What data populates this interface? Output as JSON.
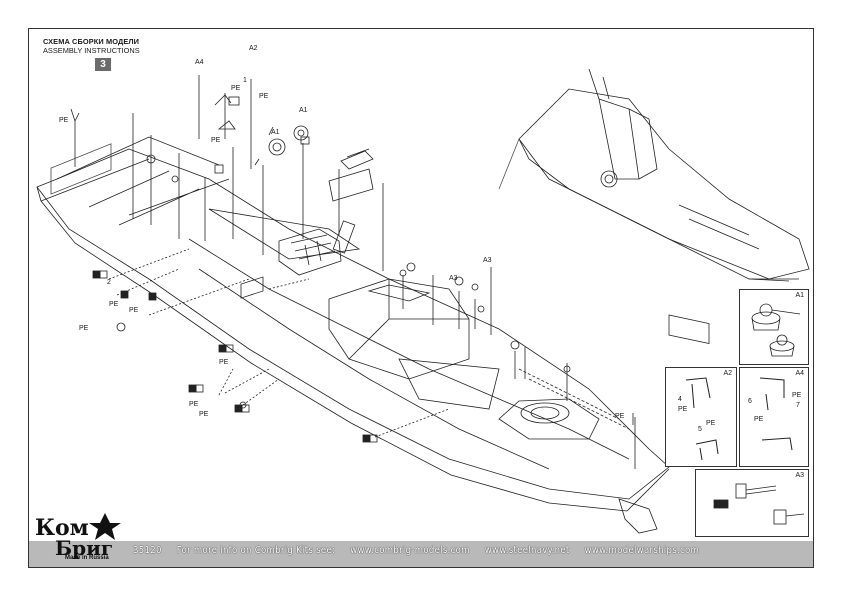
{
  "header": {
    "title_ru": "СХЕМА СБОРКИ МОДЕЛИ",
    "title_en": "ASSEMBLY INSTRUCTIONS",
    "step": "3"
  },
  "labels": {
    "pe": "PE",
    "a1": "A1",
    "a2": "A2",
    "a3": "A3",
    "a4": "A4",
    "n1": "1",
    "n2": "2",
    "n4": "4",
    "n5": "5",
    "n6": "6",
    "n7": "7"
  },
  "insets": {
    "a1": "A1",
    "a2": "A2",
    "a3": "A3",
    "a4": "A4"
  },
  "logo": {
    "top": "Ком",
    "bottom": "Бриг",
    "made": "Made in Russia"
  },
  "footer": {
    "kit": "35120",
    "info": "For more info on Combrig Kits see:",
    "site1": "www.combrig-models.com",
    "site2": "www.steelnavy.net",
    "site3": "www.modelwarships.com"
  }
}
